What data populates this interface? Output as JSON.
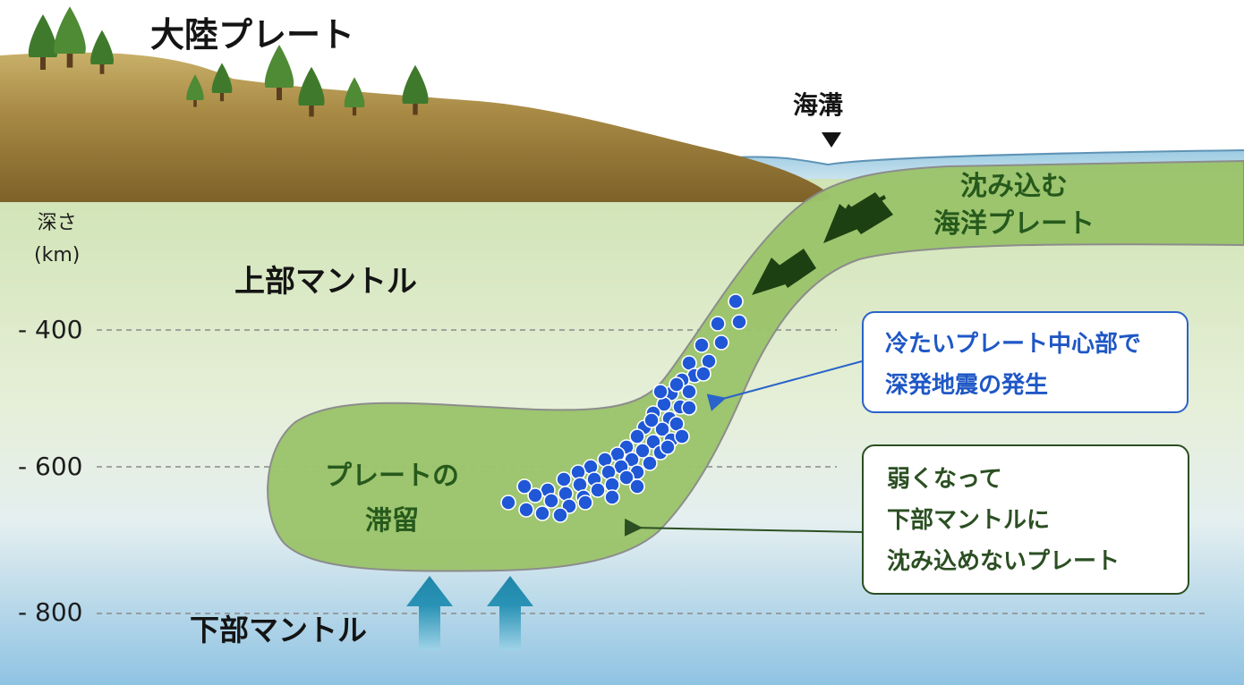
{
  "labels": {
    "continental_plate": "大陸プレート",
    "trench": "海溝",
    "upper_mantle": "上部マントル",
    "lower_mantle": "下部マントル",
    "subducting_plate_line1": "沈み込む",
    "subducting_plate_line2": "海洋プレート",
    "stagnation_line1": "プレートの",
    "stagnation_line2": "滞留"
  },
  "depth_axis": {
    "title_line1": "深さ",
    "title_line2": "(km)",
    "ticks": [
      "- 400",
      "- 600",
      "- 800"
    ]
  },
  "callouts": {
    "earthquake": {
      "line1": "冷たいプレート中心部で",
      "line2": "深発地震の発生"
    },
    "stagnant": {
      "line1": "弱くなって",
      "line2": "下部マントルに",
      "line3": "沈み込めないプレート"
    }
  },
  "colors": {
    "land": "#a98a45",
    "plate": "#9cc46c",
    "ocean": "#a8cfe6",
    "earthquake_dots": "#1f57d6",
    "upwelling_arrows": "#2a93b5"
  }
}
